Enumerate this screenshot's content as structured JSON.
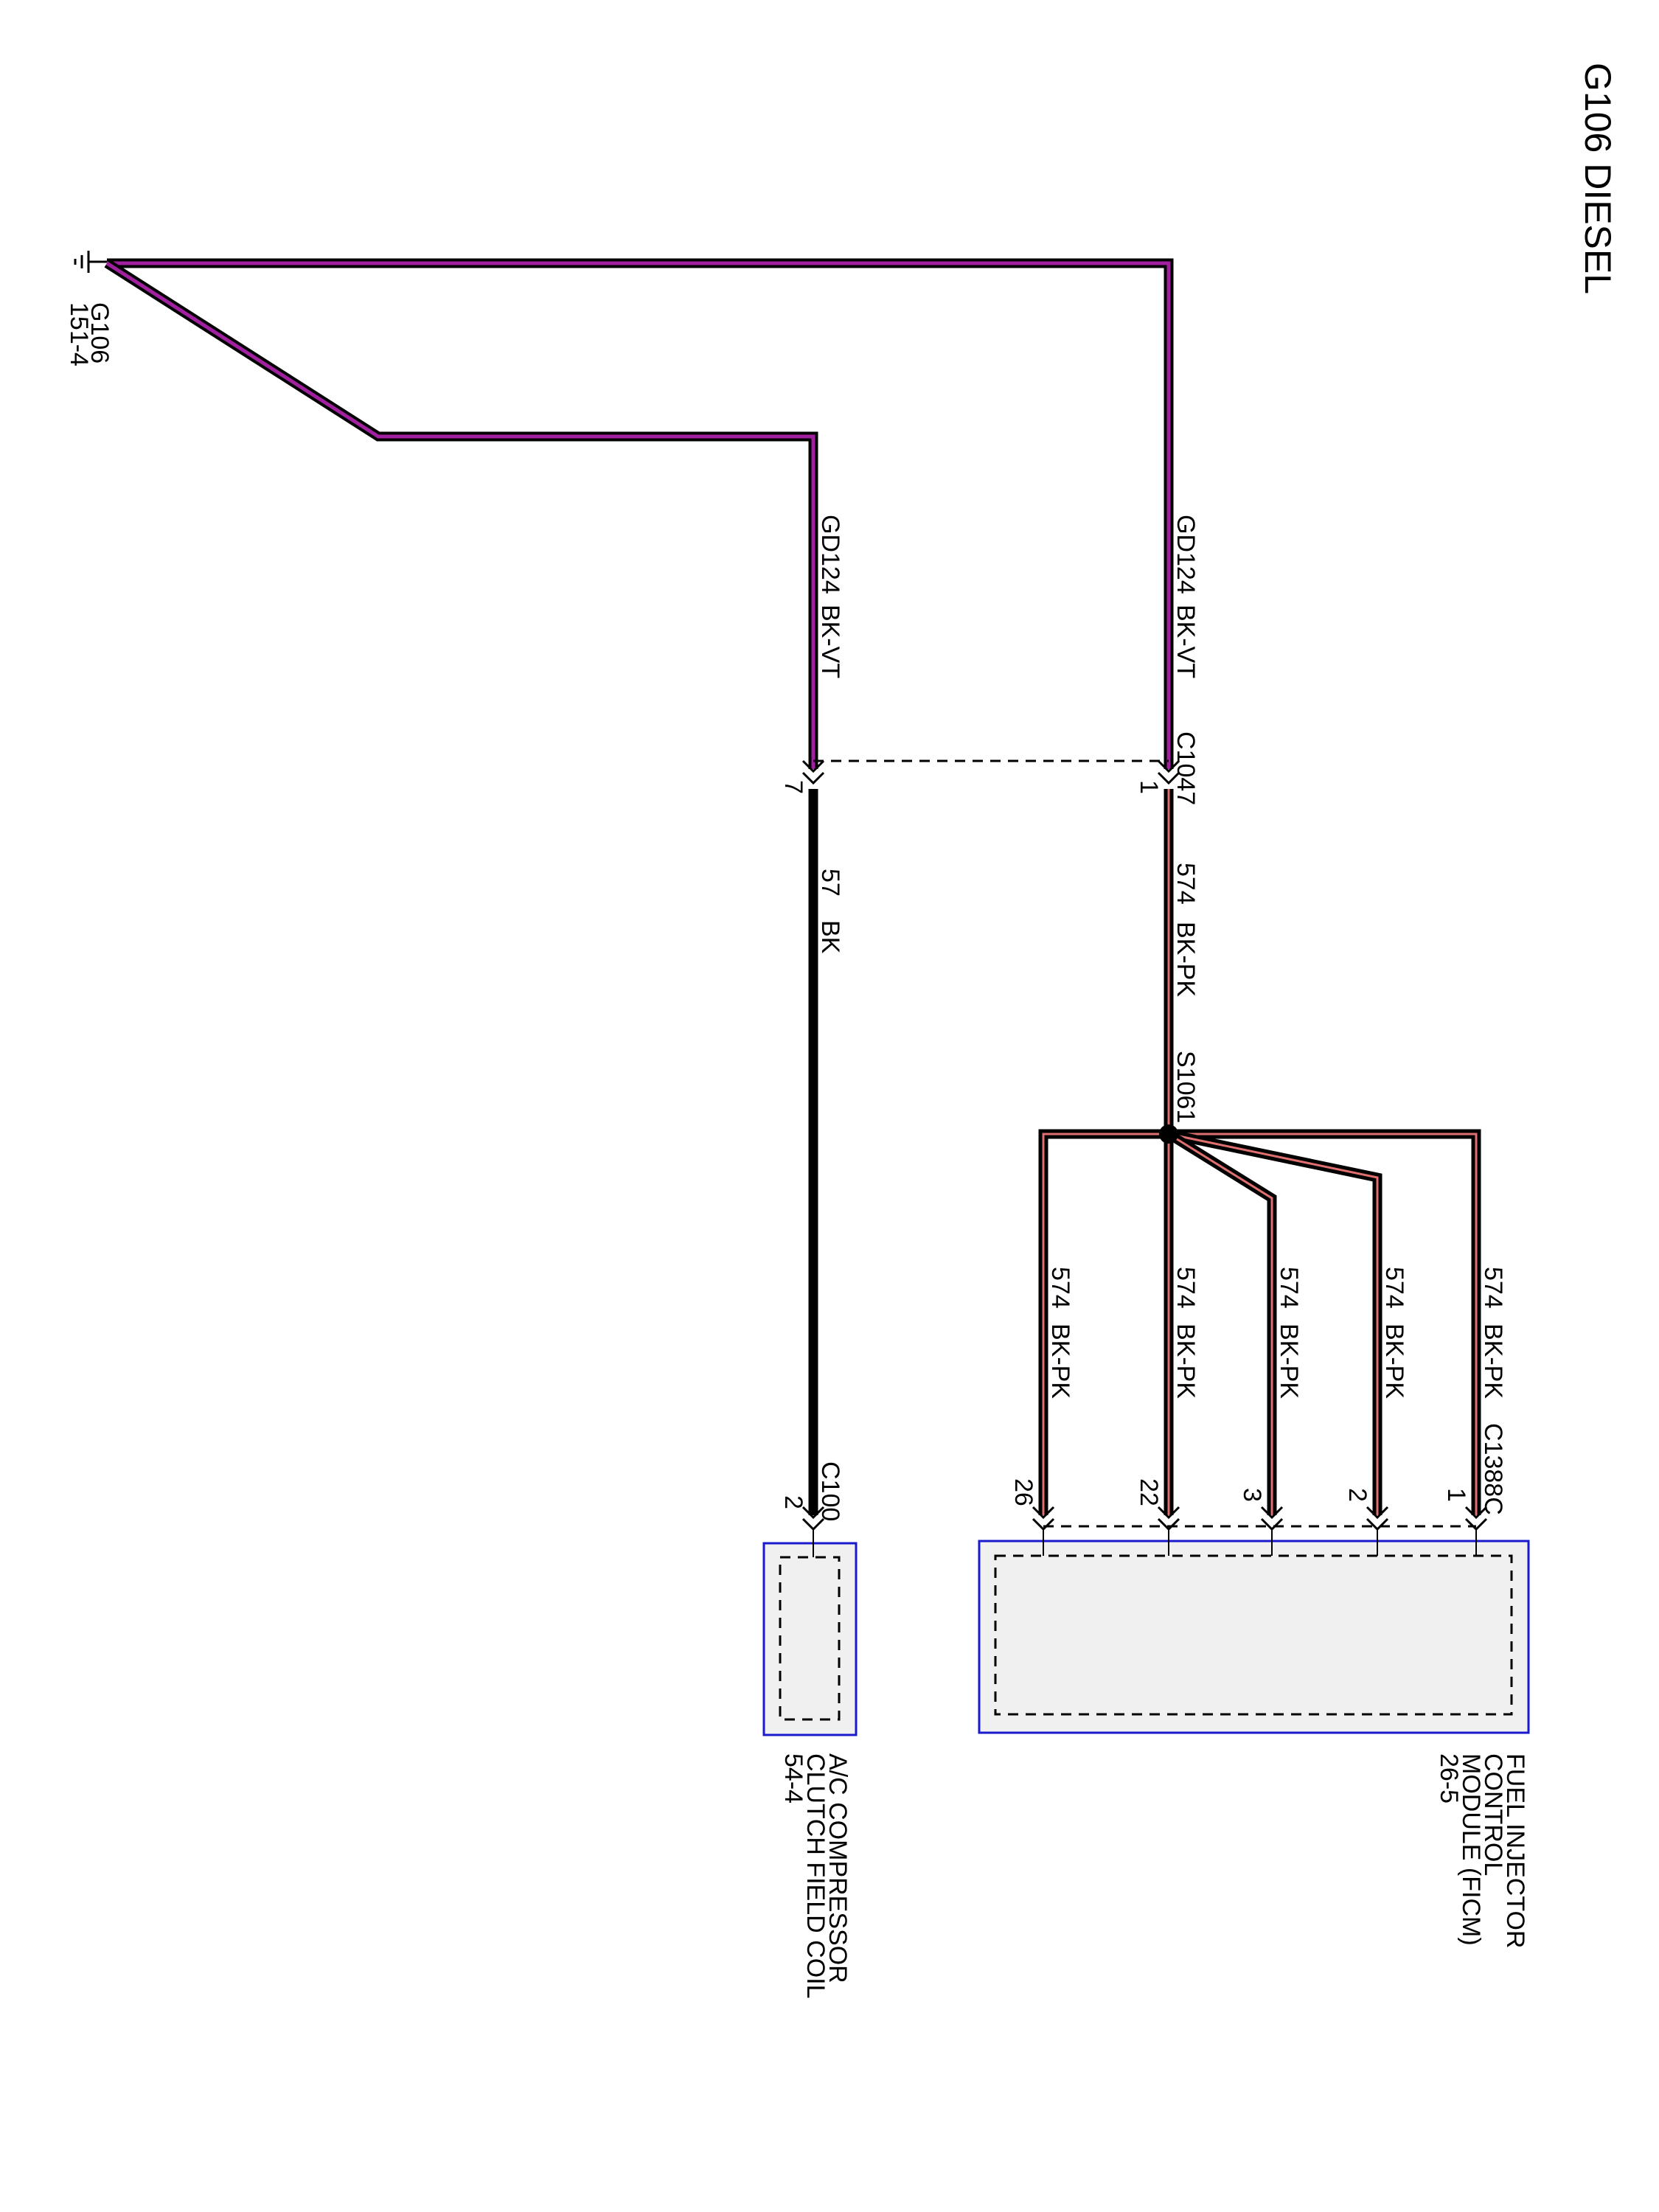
{
  "title": "G106 DIESEL",
  "ground": {
    "name": "G106",
    "ref": "151-4"
  },
  "colors": {
    "bk_vt_inner": "#a020a0",
    "bk_pk_inner": "#e07070",
    "wire_outer": "#000000",
    "component_fill": "#f0f0f0",
    "component_border": "#1a1acc"
  },
  "wires": {
    "gd124_right": {
      "circuit": "GD124",
      "color": "BK-VT"
    },
    "gd124_left": {
      "circuit": "GD124",
      "color": "BK-VT"
    },
    "w574_trunk": {
      "circuit": "574",
      "color": "BK-PK"
    },
    "w57": {
      "circuit": "57",
      "color": "BK"
    },
    "b1": {
      "circuit": "574",
      "color": "BK-PK"
    },
    "b2": {
      "circuit": "574",
      "color": "BK-PK"
    },
    "b3": {
      "circuit": "574",
      "color": "BK-PK"
    },
    "b22": {
      "circuit": "574",
      "color": "BK-PK"
    },
    "b26": {
      "circuit": "574",
      "color": "BK-PK"
    }
  },
  "connectors": {
    "c1047": {
      "name": "C1047",
      "pin_a": "1",
      "pin_b": "7"
    },
    "c1388c": {
      "name": "C1388C",
      "pins": [
        "1",
        "2",
        "3",
        "22",
        "26"
      ]
    },
    "c100": {
      "name": "C100",
      "pin": "2"
    }
  },
  "splice": {
    "name": "S1061"
  },
  "components": {
    "ficm": {
      "lines": [
        "FUEL INJECTOR",
        "CONTROL",
        "MODULE (FICM)",
        "26-5"
      ]
    },
    "ac": {
      "lines": [
        "A/C COMPRESSOR",
        "CLUTCH FIELD COIL",
        "54-4"
      ]
    }
  }
}
